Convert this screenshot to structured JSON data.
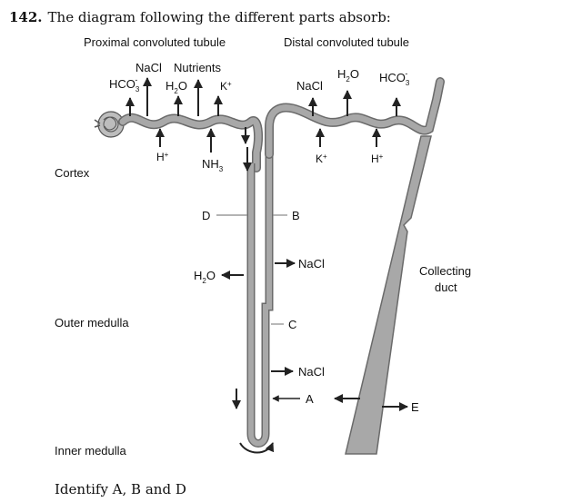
{
  "question": {
    "number": "142.",
    "stem": "The diagram following the different parts absorb:",
    "prompt": "Identify A, B and D"
  },
  "diagram": {
    "section_titles": {
      "proximal": "Proximal convoluted tubule",
      "distal": "Distal convoluted tubule"
    },
    "regions": {
      "cortex": "Cortex",
      "outer": "Outer medulla",
      "inner": "Inner medulla"
    },
    "duct_label": [
      "Collecting",
      "duct"
    ],
    "substances": {
      "nacl": "NaCl",
      "nutrients": "Nutrients",
      "hco3": "HCO",
      "h2o": "H",
      "k": "K",
      "h": "H",
      "nh3": "NH",
      "sub3": "3",
      "sub2": "2",
      "minus": "-",
      "plus": "+",
      "o": "O"
    },
    "markers": {
      "a": "A",
      "b": "B",
      "c": "C",
      "d": "D",
      "e": "E"
    }
  },
  "colors": {
    "tubule": "#a8a8a8",
    "outline": "#6a6a6a",
    "text": "#111111"
  }
}
